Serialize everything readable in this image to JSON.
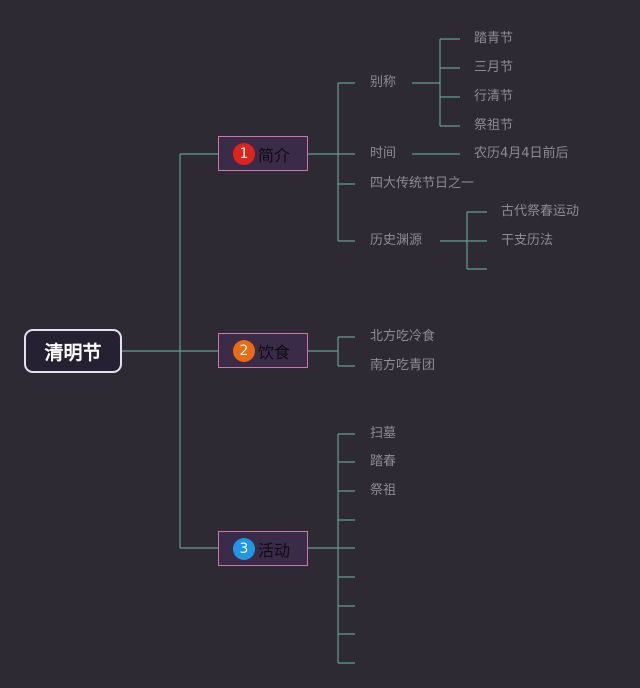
{
  "root": {
    "label": "清明节"
  },
  "topics": [
    {
      "number": "1",
      "label": "简介",
      "badge_color": "#e0221b"
    },
    {
      "number": "2",
      "label": "饮食",
      "badge_color": "#ec6a12"
    },
    {
      "number": "3",
      "label": "活动",
      "badge_color": "#1e98e6"
    }
  ],
  "intro": {
    "aliases": {
      "label": "别称",
      "items": [
        "踏青节",
        "三月节",
        "行清节",
        "祭祖节"
      ]
    },
    "time": {
      "label": "时间",
      "value": "农历4月4日前后"
    },
    "festival": {
      "label": "四大传统节日之一"
    },
    "origin": {
      "label": "历史渊源",
      "items": [
        "古代祭春运动",
        "干支历法"
      ]
    }
  },
  "food": {
    "items": [
      "北方吃冷食",
      "南方吃青团"
    ]
  },
  "activities": {
    "items": [
      "扫墓",
      "踏春",
      "祭祖"
    ]
  },
  "colors": {
    "background": "#2d2a33",
    "connector": "#5f9e96",
    "topic_border": "#c87aa3",
    "root_border": "#e4e0ee",
    "leaf_text": "#8f8a97"
  }
}
